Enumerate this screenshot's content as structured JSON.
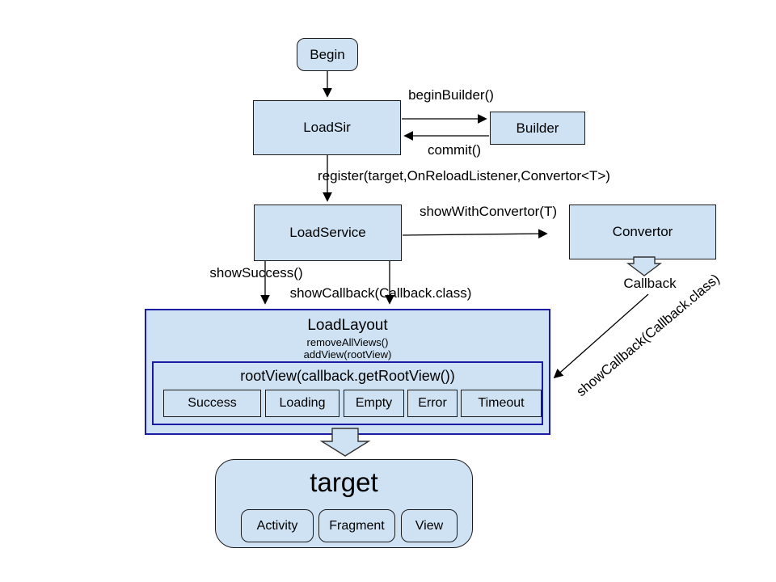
{
  "diagram": {
    "colors": {
      "node_fill": "#cfe2f3",
      "node_border": "#1a1a1a",
      "container_border": "#1b1ba6",
      "arrow": "#000000",
      "background": "#ffffff"
    },
    "nodes": {
      "begin": {
        "label": "Begin"
      },
      "loadsir": {
        "label": "LoadSir"
      },
      "builder": {
        "label": "Builder"
      },
      "loadservice": {
        "label": "LoadService"
      },
      "convertor": {
        "label": "Convertor"
      },
      "loadlayout": {
        "title": "LoadLayout",
        "methods": [
          "removeAllViews()",
          "addView(rootView)"
        ]
      },
      "rootview": {
        "label": "rootView(callback.getRootView())",
        "callbacks": [
          "Success",
          "Loading",
          "Empty",
          "Error",
          "Timeout"
        ]
      },
      "target": {
        "title": "target",
        "hosts": [
          "Activity",
          "Fragment",
          "View"
        ]
      }
    },
    "edges": {
      "begin_builder": "beginBuilder()",
      "commit": "commit()",
      "register": "register(target,OnReloadListener,Convertor<T>)",
      "show_with_convertor": "showWithConvertor(T)",
      "show_success": "showSuccess()",
      "show_callback": "showCallback(Callback.class)",
      "callback": "Callback",
      "show_callback_diagonal": "showCallback(Callback.class)"
    }
  }
}
